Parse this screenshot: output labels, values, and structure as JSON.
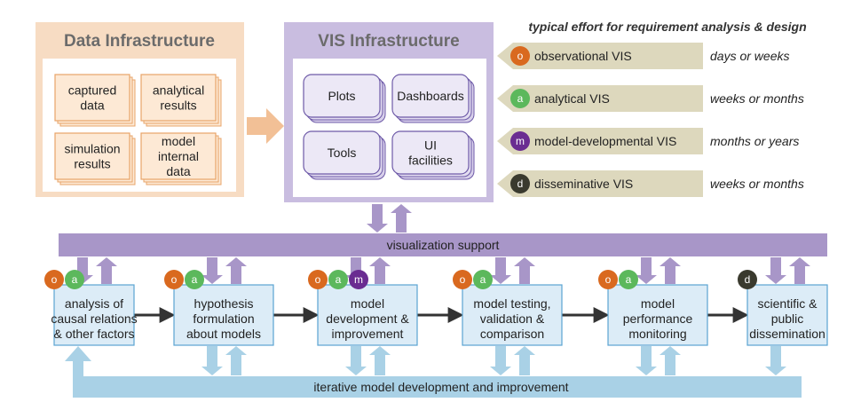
{
  "data_infrastructure": {
    "title": "Data Infrastructure",
    "items": [
      {
        "lines": [
          "captured",
          "data"
        ]
      },
      {
        "lines": [
          "analytical",
          "results"
        ]
      },
      {
        "lines": [
          "simulation",
          "results"
        ]
      },
      {
        "lines": [
          "model",
          "internal",
          "data"
        ]
      }
    ]
  },
  "vis_infrastructure": {
    "title": "VIS Infrastructure",
    "items": [
      {
        "lines": [
          "Plots"
        ]
      },
      {
        "lines": [
          "Dashboards"
        ]
      },
      {
        "lines": [
          "Tools"
        ]
      },
      {
        "lines": [
          "UI",
          "facilities"
        ]
      }
    ]
  },
  "legend": {
    "title": "typical effort for requirement analysis & design",
    "entries": [
      {
        "letter": "o",
        "label": "observational VIS",
        "effort": "days or weeks",
        "color": "#d9691f"
      },
      {
        "letter": "a",
        "label": "analytical VIS",
        "effort": "weeks or months",
        "color": "#5cb85c"
      },
      {
        "letter": "m",
        "label": "model-developmental VIS",
        "effort": "months or years",
        "color": "#6a2c91"
      },
      {
        "letter": "d",
        "label": "disseminative VIS",
        "effort": "weeks or months",
        "color": "#3a3a2e"
      }
    ]
  },
  "visualization_support": {
    "label": "visualization support"
  },
  "iterative_loop": {
    "label": "iterative model development and improvement"
  },
  "stages": [
    {
      "lines": [
        "analysis of",
        "causal relations",
        "& other factors"
      ],
      "badges": [
        "o",
        "a"
      ]
    },
    {
      "lines": [
        "hypothesis",
        "formulation",
        "about models"
      ],
      "badges": [
        "o",
        "a"
      ]
    },
    {
      "lines": [
        "model",
        "development &",
        "improvement"
      ],
      "badges": [
        "o",
        "a",
        "m"
      ]
    },
    {
      "lines": [
        "model testing,",
        "validation &",
        "comparison"
      ],
      "badges": [
        "o",
        "a"
      ]
    },
    {
      "lines": [
        "model",
        "performance",
        "monitoring"
      ],
      "badges": [
        "o",
        "a"
      ]
    },
    {
      "lines": [
        "scientific &",
        "public",
        "dissemination"
      ],
      "badges": [
        "d"
      ]
    }
  ],
  "colors": {
    "data_panel_fill": "#f7dcc3",
    "data_item_fill": "#fde9d5",
    "data_item_border": "#e8a468",
    "vis_panel_fill": "#c9bde0",
    "vis_item_fill": "#ece8f6",
    "vis_item_border": "#6e5aa8",
    "legend_band": "#ddd8bd",
    "support_bar": "#a896c8",
    "stage_fill": "#dcecf7",
    "stage_border": "#5aa4d2",
    "loop_fill": "#a9d1e6"
  }
}
